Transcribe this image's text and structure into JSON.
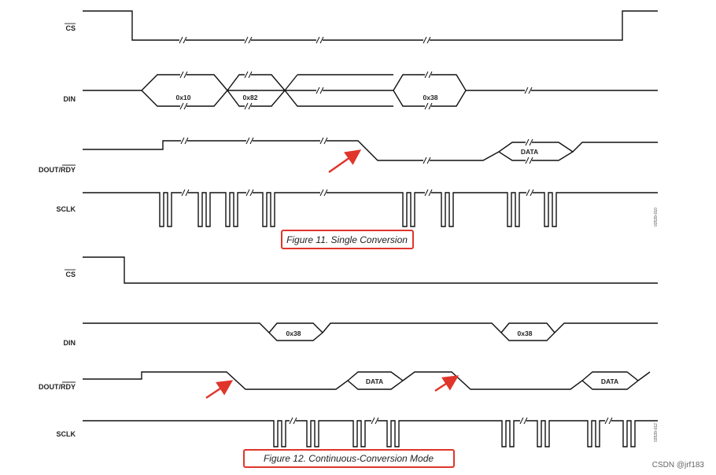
{
  "figures": [
    {
      "caption": "Figure 11. Single Conversion",
      "figure_id": "03539-010",
      "signals": [
        {
          "name": "CS",
          "overbar": true
        },
        {
          "name": "DIN",
          "overbar": false,
          "values": [
            "0x10",
            "0x82",
            "0x38"
          ]
        },
        {
          "name": "DOUT/RDY",
          "overbar_part": "RDY",
          "values": [
            "DATA"
          ]
        },
        {
          "name": "SCLK",
          "overbar": false
        }
      ]
    },
    {
      "caption": "Figure 12. Continuous-Conversion Mode",
      "figure_id": "03539-012",
      "signals": [
        {
          "name": "CS",
          "overbar": true
        },
        {
          "name": "DIN",
          "overbar": false,
          "values": [
            "0x38",
            "0x38"
          ]
        },
        {
          "name": "DOUT/RDY",
          "overbar_part": "RDY",
          "values": [
            "DATA",
            "DATA"
          ]
        },
        {
          "name": "SCLK",
          "overbar": false
        }
      ]
    }
  ],
  "watermark": "CSDN @jrf183",
  "colors": {
    "wave": "#111111",
    "highlight": "#e0352b"
  }
}
